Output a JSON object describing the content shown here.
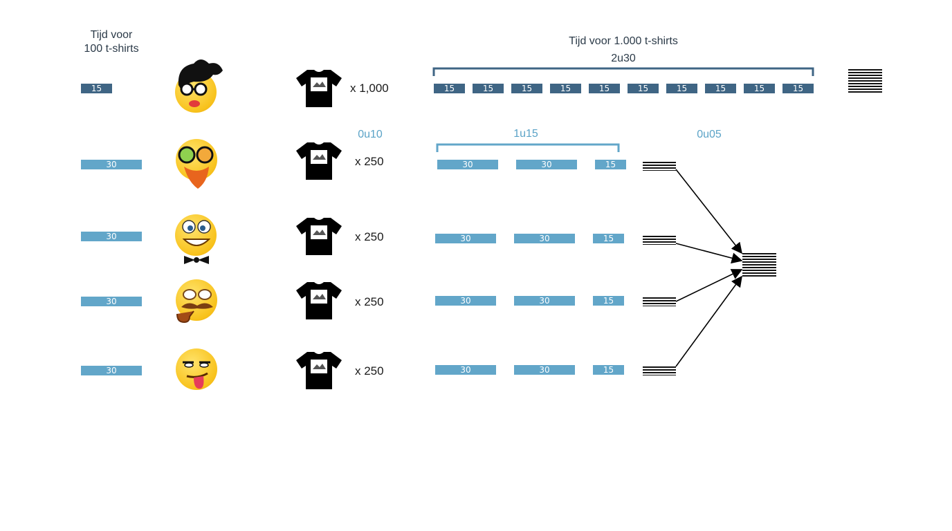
{
  "header": {
    "time_100_label": "Tijd voor\n100 t-shirts",
    "time_1000_label": "Tijd voor 1.000 t-shirts",
    "total_single": "2u30",
    "team_prep": "0u10",
    "team_work": "1u15",
    "team_merge": "0u05"
  },
  "single_row": {
    "bar_100": "15",
    "multiplier": "x 1,000",
    "segments": [
      "15",
      "15",
      "15",
      "15",
      "15",
      "15",
      "15",
      "15",
      "15",
      "15"
    ]
  },
  "team_rows": [
    {
      "bar_100": "30",
      "multiplier": "x 250",
      "segments": [
        "30",
        "30",
        "15"
      ]
    },
    {
      "bar_100": "30",
      "multiplier": "x 250",
      "segments": [
        "30",
        "30",
        "15"
      ]
    },
    {
      "bar_100": "30",
      "multiplier": "x 250",
      "segments": [
        "30",
        "30",
        "15"
      ]
    },
    {
      "bar_100": "30",
      "multiplier": "x 250",
      "segments": [
        "30",
        "30",
        "15"
      ]
    }
  ],
  "colors": {
    "dark_blue": "#3f6584",
    "light_blue": "#62a6c9"
  },
  "icons": [
    "woman-glasses-emoji-icon",
    "rainbow-glasses-beard-emoji-icon",
    "grinning-bowtie-emoji-icon",
    "mustache-pipe-emoji-icon",
    "tongue-out-emoji-icon",
    "tshirt-icon",
    "document-stack-icon"
  ]
}
